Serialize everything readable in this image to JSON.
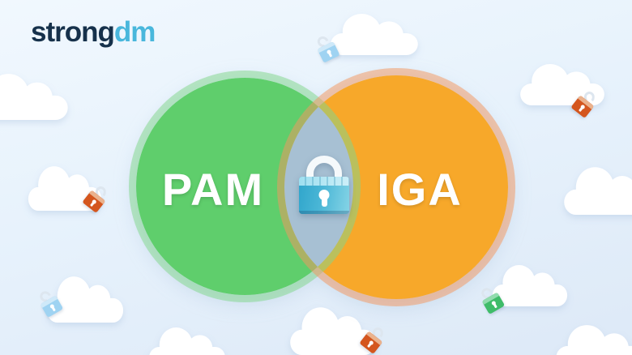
{
  "brand": {
    "logo_part1": "strong",
    "logo_part2": "dm",
    "logo_color1": "#16314b",
    "logo_color2": "#49b7dc"
  },
  "diagram": {
    "type": "venn",
    "sets": [
      {
        "label": "PAM",
        "color": "#5fce6c",
        "rim_color": "#b9e5c4"
      },
      {
        "label": "IGA",
        "color": "#f7a82a",
        "rim_color": "#f0c9b2"
      }
    ],
    "overlap": {
      "color": "#a7c0d3",
      "icon": "padlock-icon"
    },
    "label_color": "#ffffff"
  },
  "background": {
    "sky_top": "#f1f8fe",
    "sky_bottom": "#dde9f7",
    "cloud_color": "#ffffff"
  },
  "decorations": {
    "center_lock": {
      "body": "#4ab6d6",
      "band": "#bce9f4",
      "shackle": "#f5f9fb"
    },
    "mini_padlocks": [
      {
        "position": "top-center",
        "color": "#9fd3f2"
      },
      {
        "position": "top-right",
        "color": "#d4561e"
      },
      {
        "position": "left",
        "color": "#d4561e"
      },
      {
        "position": "bottom-left",
        "color": "#9fd3f2"
      },
      {
        "position": "right-lower",
        "color": "#3fbc69"
      },
      {
        "position": "bottom-middle",
        "color": "#d4561e"
      }
    ]
  }
}
